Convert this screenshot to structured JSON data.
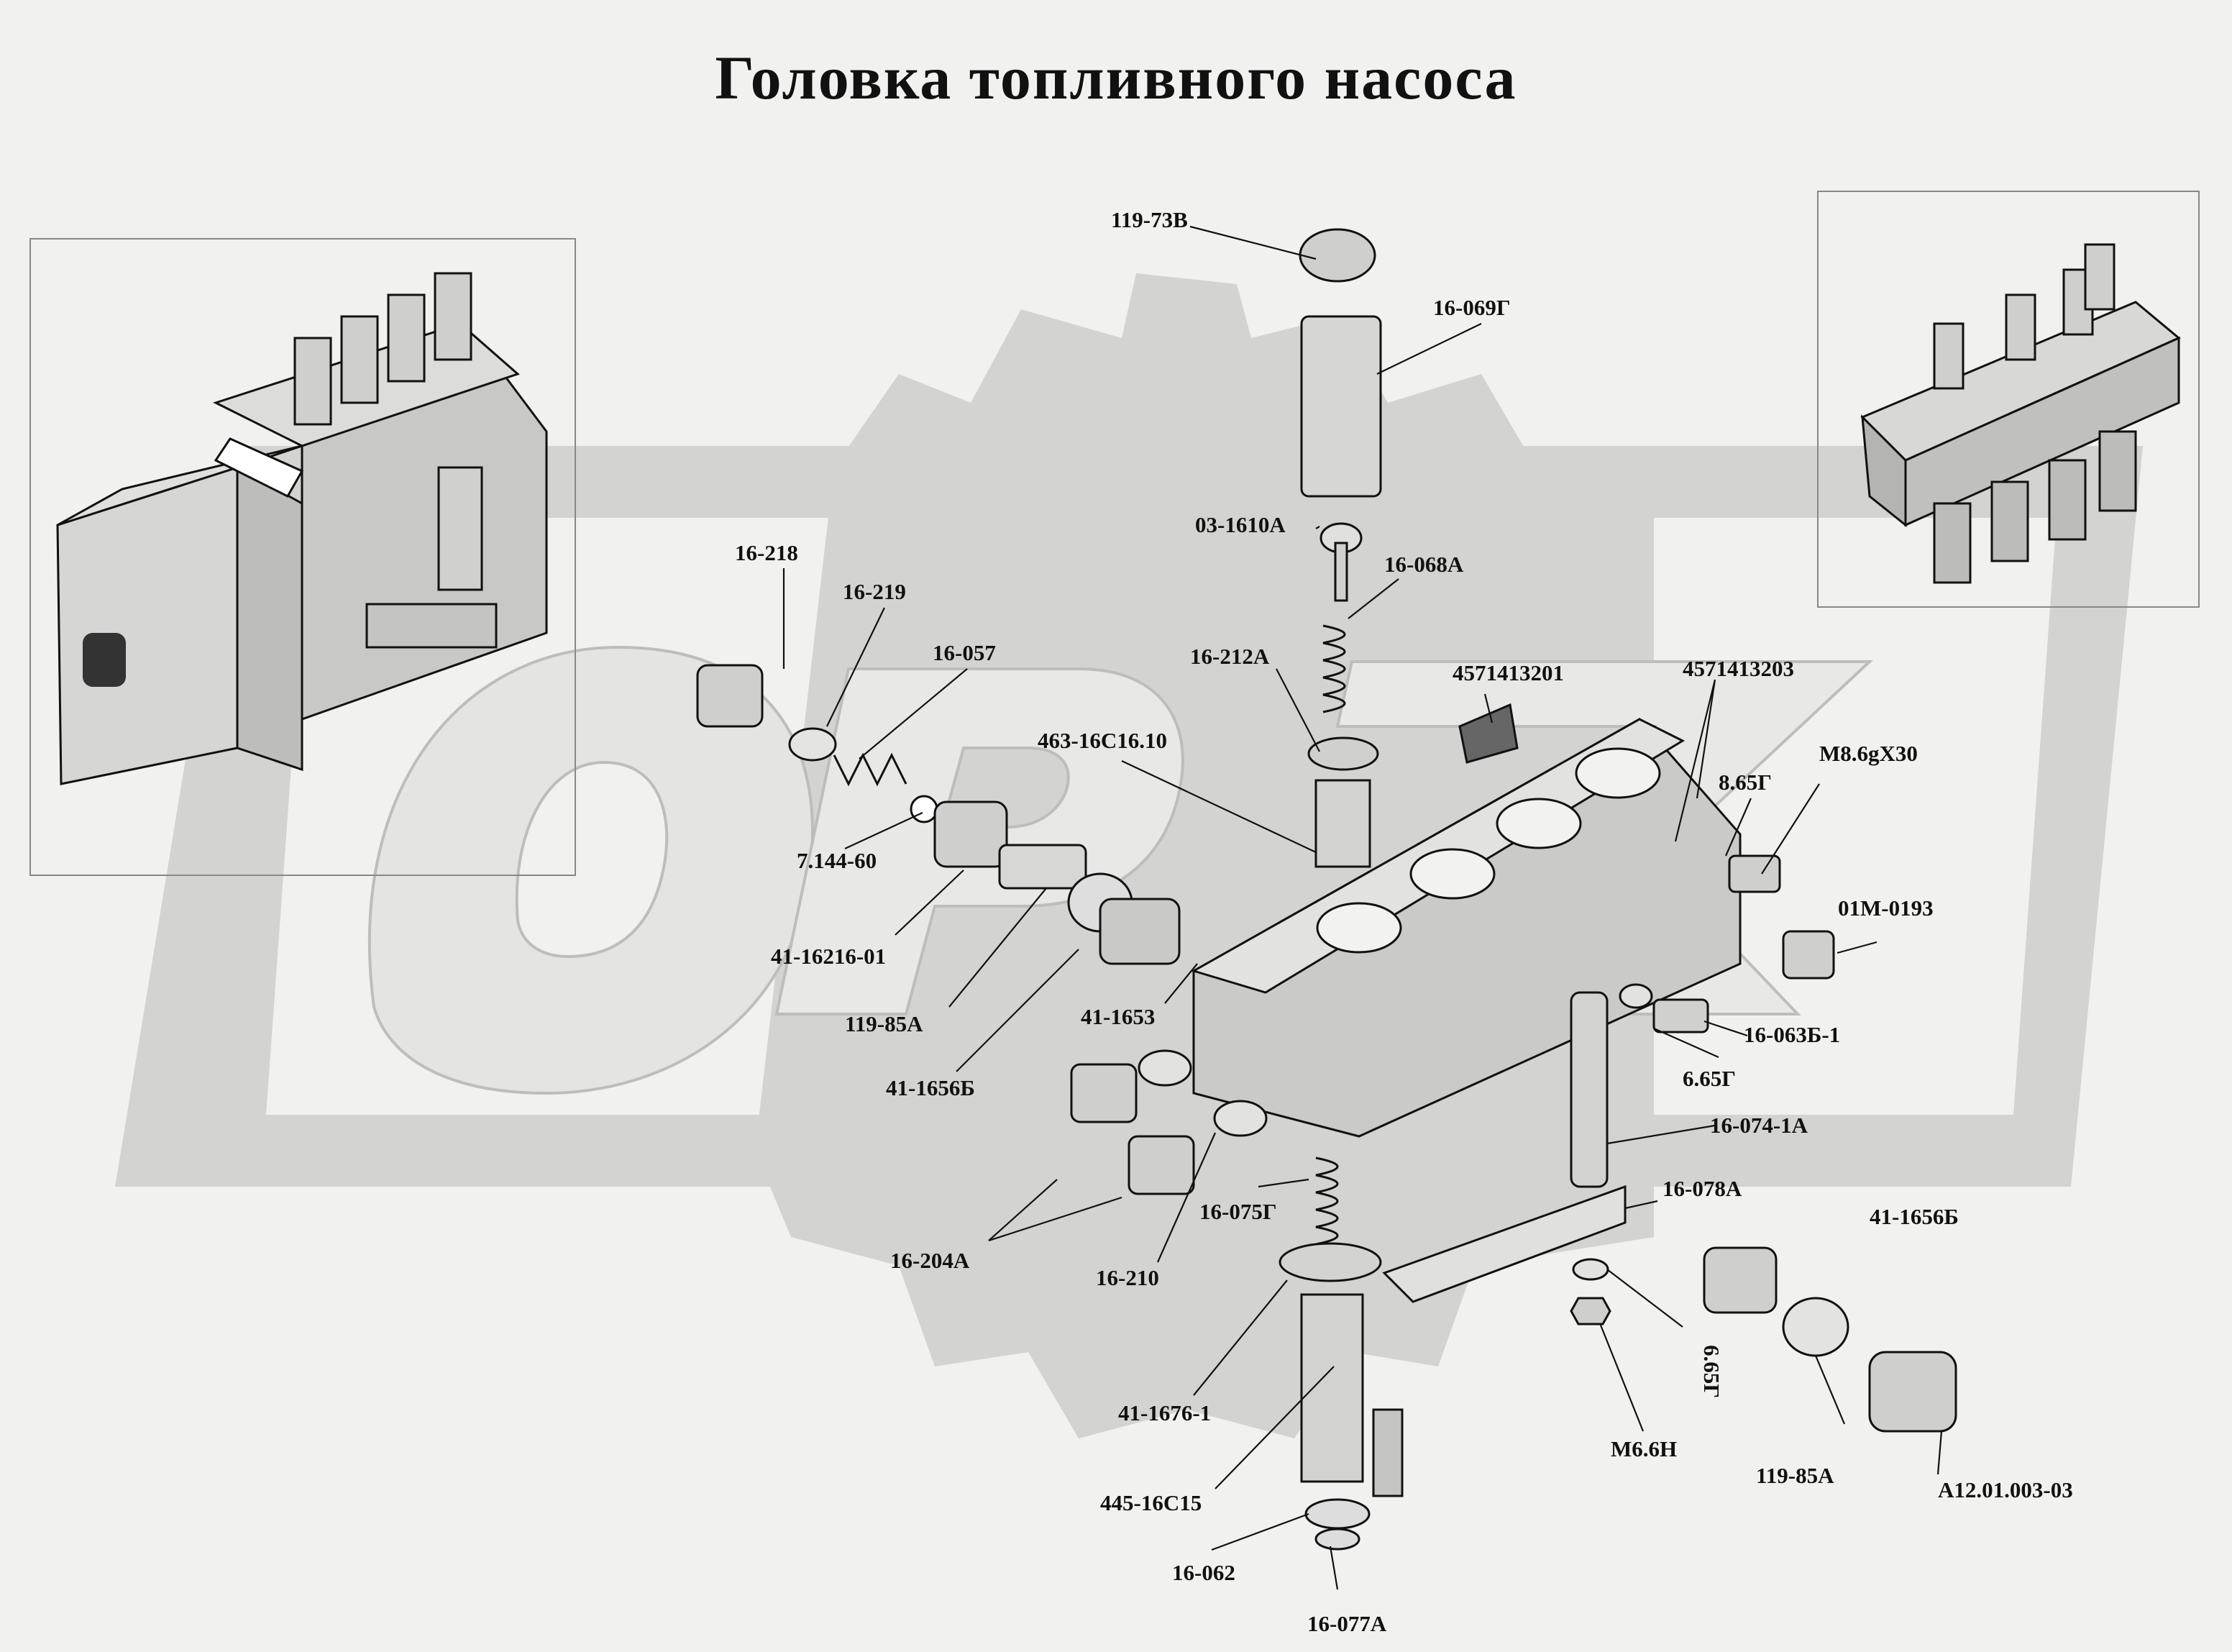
{
  "title": "Головка топливного насоса",
  "watermark": {
    "color": "#cfcfcd"
  },
  "labels": {
    "l1": "119-73В",
    "l2": "16-069Г",
    "l3": "03-1610А",
    "l4": "16-068А",
    "l5": "16-212А",
    "l6": "4571413201",
    "l7": "4571413203",
    "l8": "16-218",
    "l9": "16-219",
    "l10": "16-057",
    "l11": "463-16С16.10",
    "l12": "8.65Г",
    "l13": "М8.6gX30",
    "l14": "7.144-60",
    "l15": "41-16216-01",
    "l16": "01М-0193",
    "l17": "119-85А",
    "l18": "41-1653",
    "l19": "16-063Б-1",
    "l20": "41-1656Б",
    "l21": "6.65Г",
    "l22": "16-074-1А",
    "l23": "16-075Г",
    "l24": "16-078А",
    "l25": "16-204А",
    "l26": "16-210",
    "l27": "41-1656Б",
    "l28": "6.65Г",
    "l29": "41-1676-1",
    "l30": "М6.6Н",
    "l31": "119-85А",
    "l32": "А12.01.003-03",
    "l33": "445-16С15",
    "l34": "16-062",
    "l35": "16-077А"
  }
}
